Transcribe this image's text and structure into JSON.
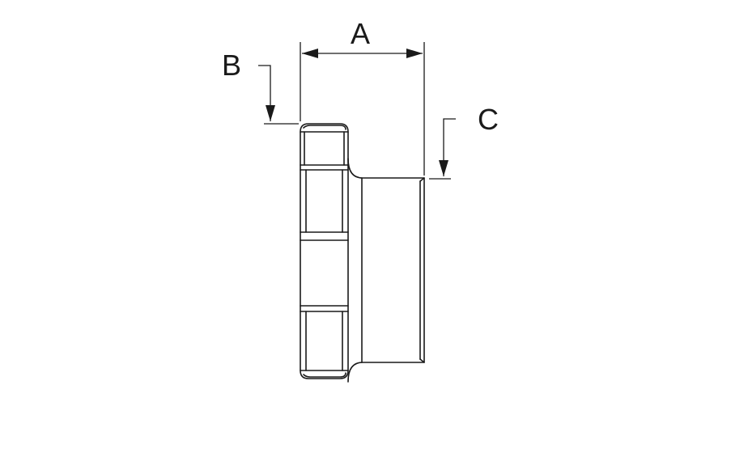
{
  "dimensions": {
    "a": "A",
    "b": "B",
    "c": "C"
  },
  "colors": {
    "line": "#1a1a1a",
    "background": "#ffffff"
  }
}
